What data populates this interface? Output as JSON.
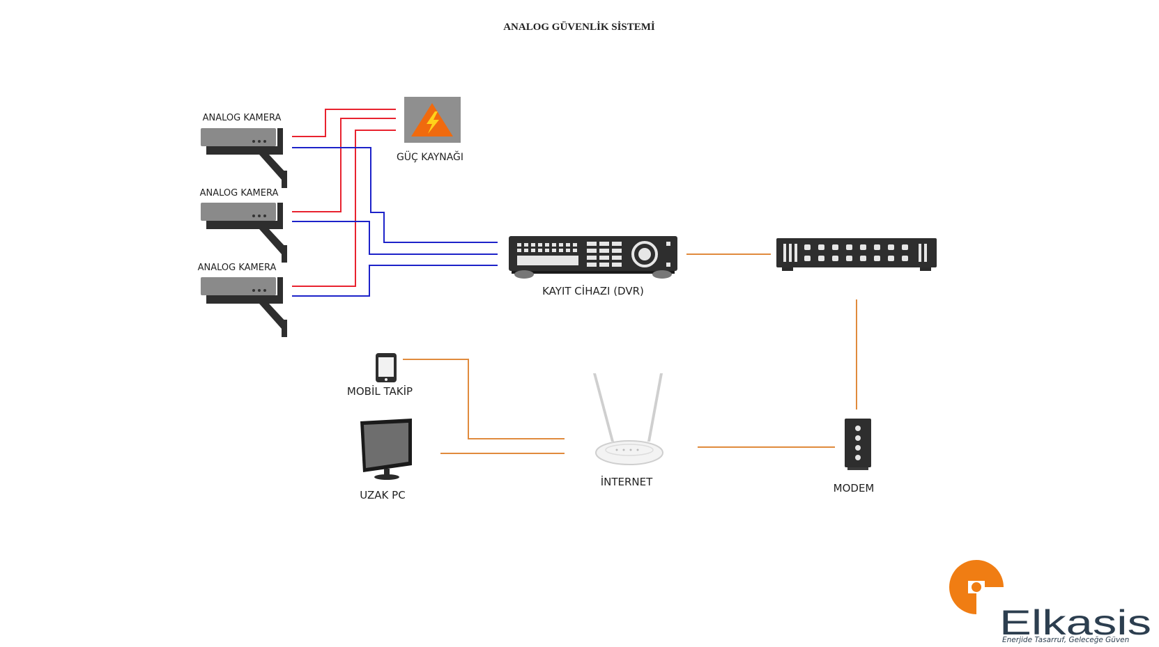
{
  "title": "ANALOG GÜVENLİK SİSTEMİ",
  "nodes": {
    "camera_1": "ANALOG KAMERA",
    "camera_2": "ANALOG KAMERA",
    "camera_3": "ANALOG KAMERA",
    "power": "GÜÇ KAYNAĞI",
    "dvr": "KAYIT CİHAZI (DVR)",
    "mobile": "MOBİL TAKİP",
    "pc": "UZAK PC",
    "internet": "İNTERNET",
    "modem": "MODEM"
  },
  "logo": {
    "name": "Elkasis",
    "slogan": "Enerjide Tasarruf, Geleceğe Güven"
  },
  "colors": {
    "power_line": "#e8222e",
    "video_line": "#1c22c9",
    "network_line": "#e08a3c",
    "device_dark": "#2e2e2e",
    "camera_grey": "#8a8a8a",
    "power_icon_bg": "#8f8f8f",
    "power_icon_triangle": "#f06a0e",
    "logo_orange": "#f07d13",
    "logo_text": "#2c3e4f"
  }
}
